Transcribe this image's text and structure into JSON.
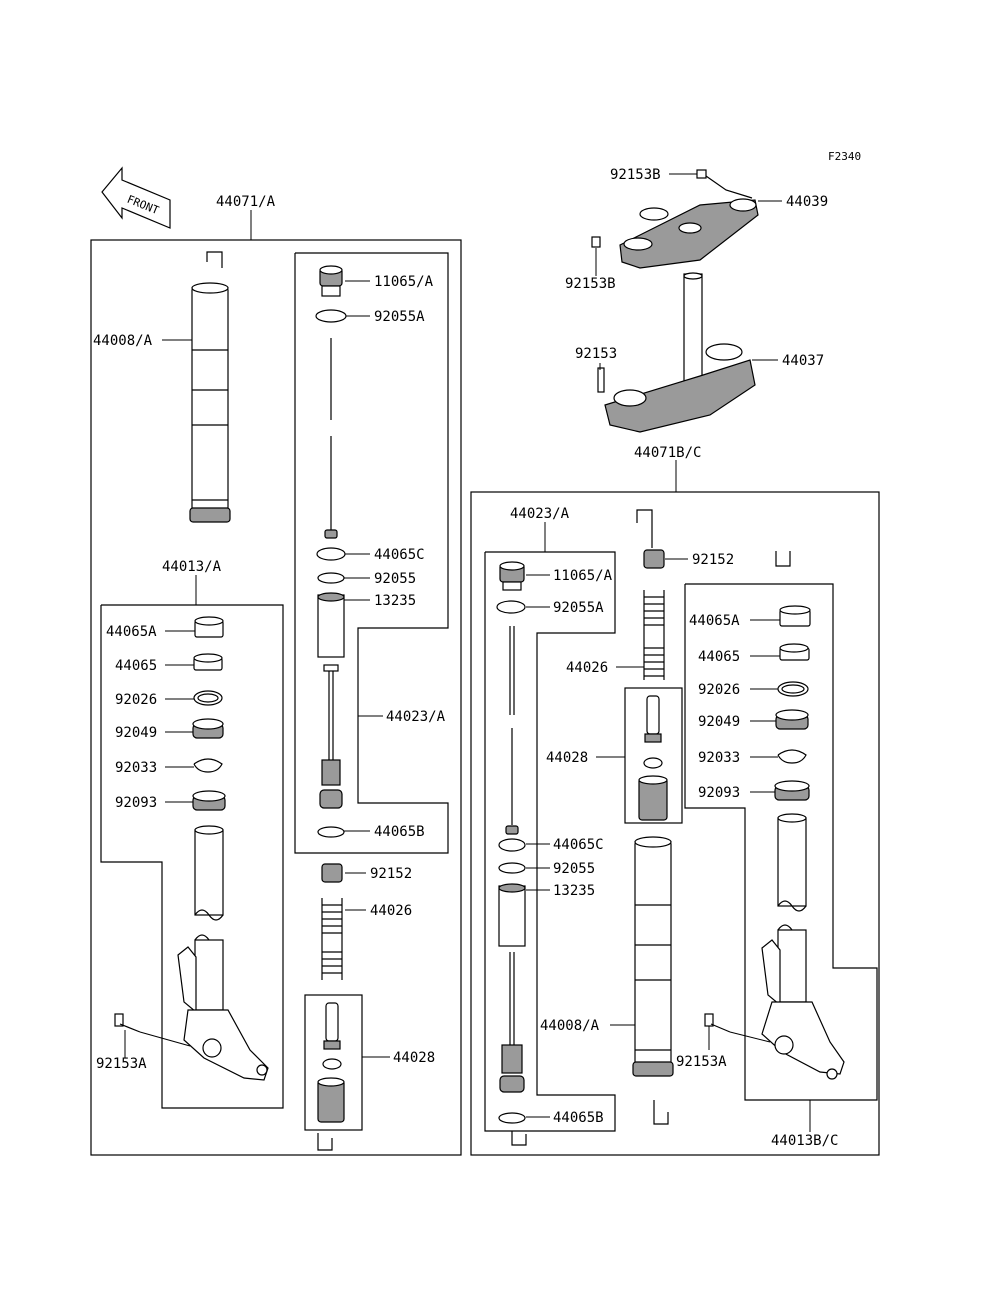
{
  "figure_code": "F2340",
  "front_arrow": "FRONT",
  "labels": {
    "p44071A": "44071/A",
    "p44008A_left": "44008/A",
    "p44013A": "44013/A",
    "p44065A_left": "44065A",
    "p44065_left": "44065",
    "p92026_left": "92026",
    "p92049_left": "92049",
    "p92033_left": "92033",
    "p92093_left": "92093",
    "p92153A_left": "92153A",
    "p11065A_left": "11065/A",
    "p92055A_left": "92055A",
    "p44065C_left": "44065C",
    "p92055_left": "92055",
    "p13235_left": "13235",
    "p44023A_left": "44023/A",
    "p44065B_left": "44065B",
    "p92152_left": "92152",
    "p44026_left": "44026",
    "p44028_left": "44028",
    "p92153B_top": "92153B",
    "p44039": "44039",
    "p92153B_mid": "92153B",
    "p92153": "92153",
    "p44037": "44037",
    "p44071BC": "44071B/C",
    "p44023A_right": "44023/A",
    "p11065A_right": "11065/A",
    "p92055A_right": "92055A",
    "p92152_right": "92152",
    "p44026_right": "44026",
    "p44028_right": "44028",
    "p44065C_right": "44065C",
    "p92055_right": "92055",
    "p13235_right": "13235",
    "p44008A_right": "44008/A",
    "p44065B_right": "44065B",
    "p44065A_right": "44065A",
    "p44065_right": "44065",
    "p92026_right": "92026",
    "p92049_right": "92049",
    "p92033_right": "92033",
    "p92093_right": "92093",
    "p92153A_right": "92153A",
    "p44013BC": "44013B/C"
  }
}
